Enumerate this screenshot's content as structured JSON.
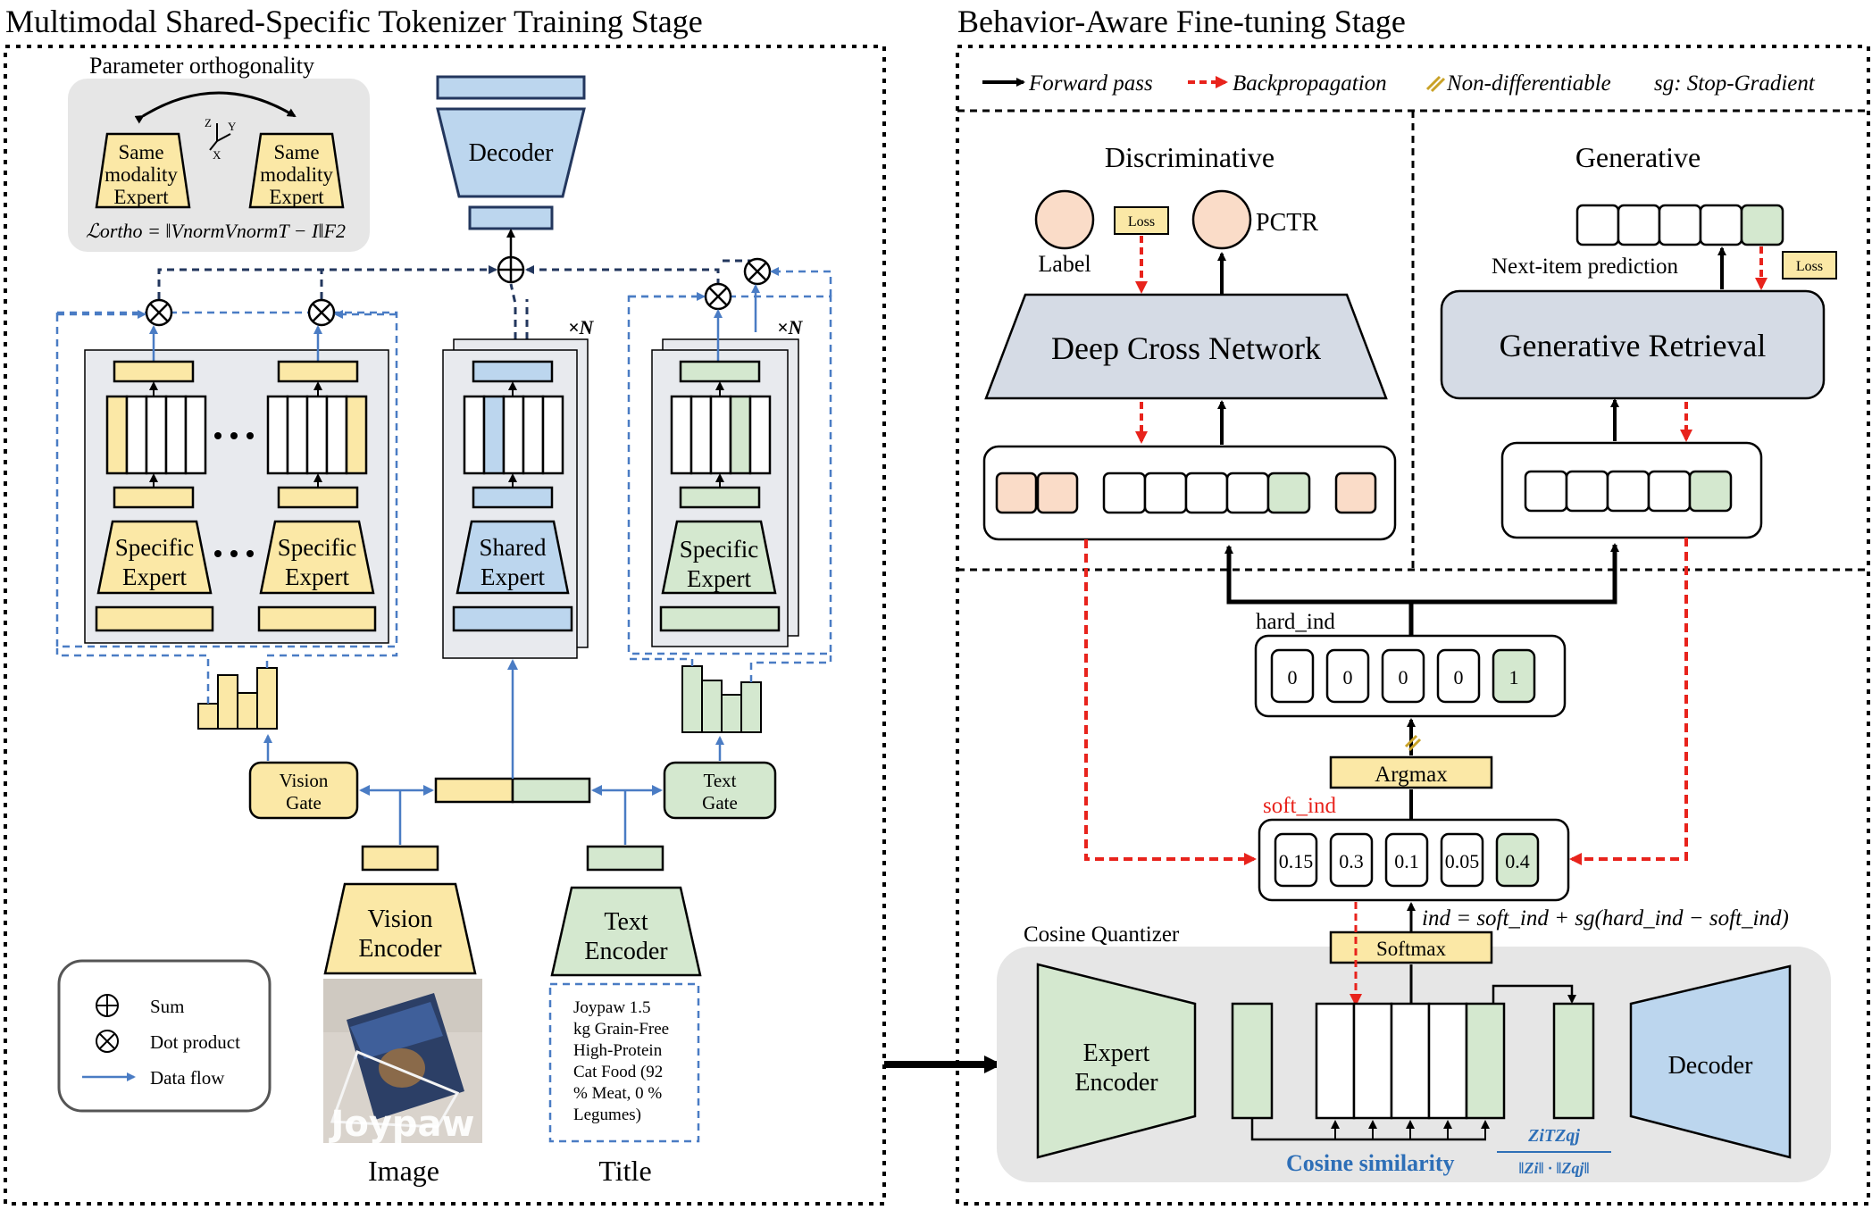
{
  "stage_titles": {
    "left": "Multimodal Shared-Specific Tokenizer Training Stage",
    "right": "Behavior-Aware Fine-tuning Stage"
  },
  "ortho": {
    "title": "Parameter orthogonality",
    "expert_left": [
      "Same",
      "modality",
      "Expert"
    ],
    "expert_right": [
      "Same",
      "modality",
      "Expert"
    ],
    "formula": "ℒortho = ‖VnormVnormT − I‖F2"
  },
  "tokenizer": {
    "decoder": "Decoder",
    "specific_expert": [
      "Specific",
      "Expert"
    ],
    "shared_expert": [
      "Shared",
      "Expert"
    ],
    "times_n": "×N",
    "vision_gate": [
      "Vision",
      "Gate"
    ],
    "text_gate": [
      "Text",
      "Gate"
    ],
    "vision_encoder": [
      "Vision",
      "Encoder"
    ],
    "text_encoder": [
      "Text",
      "Encoder"
    ],
    "image_label": "Image",
    "title_label": "Title",
    "product_title": [
      "Joypaw 1.5",
      "kg Grain-Free",
      "High-Protein",
      "Cat Food (92",
      "% Meat, 0 %",
      "Legumes)"
    ],
    "image_brand": "Joypaw"
  },
  "legend_left": {
    "sum": "Sum",
    "dot": "Dot product",
    "flow": "Data flow"
  },
  "legend_right": {
    "forward": "Forward pass",
    "backprop": "Backpropagation",
    "nondiff": "Non-differentiable",
    "sg": "sg: Stop-Gradient"
  },
  "discriminative": {
    "title": "Discriminative",
    "label": "Label",
    "loss": "Loss",
    "pctr": "PCTR",
    "network": "Deep Cross Network"
  },
  "generative": {
    "title": "Generative",
    "next_item": "Next-item prediction",
    "loss": "Loss",
    "retrieval": "Generative Retrieval"
  },
  "quantizer": {
    "hard_ind_label": "hard_ind",
    "hard_ind": [
      "0",
      "0",
      "0",
      "0",
      "1"
    ],
    "argmax": "Argmax",
    "soft_ind_label": "soft_ind",
    "soft_ind": [
      "0.15",
      "0.3",
      "0.1",
      "0.05",
      "0.4"
    ],
    "formula": "ind = soft_ind + sg(hard_ind − soft_ind)",
    "title": "Cosine Quantizer",
    "softmax": "Softmax",
    "expert_encoder": [
      "Expert",
      "Encoder"
    ],
    "decoder": "Decoder",
    "cosine": "Cosine similarity",
    "cos_num": "ZiTZqj",
    "cos_den": "‖Zi‖ · ‖Zqj‖"
  },
  "colors": {
    "yellow": "#fbe8a6",
    "blue": "#bcd6ee",
    "green": "#d4e8cf",
    "peach": "#fadcc8",
    "gray_panel": "#e8e8e8",
    "slate": "#d5dbe5",
    "flow_blue": "#4a7cc4",
    "dash_navy": "#23375e",
    "backprop_red": "#e8231c"
  }
}
